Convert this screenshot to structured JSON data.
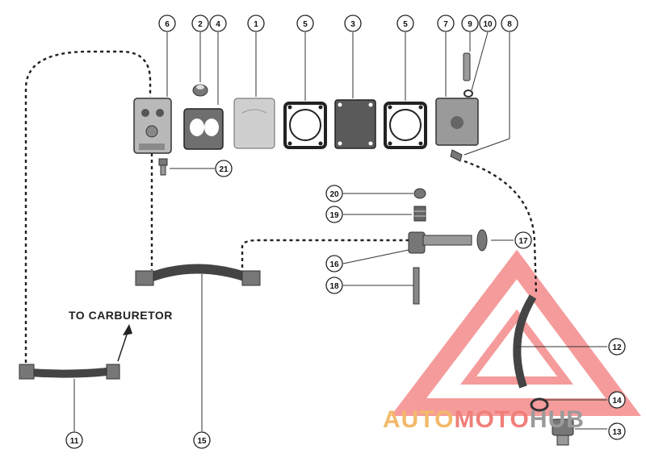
{
  "diagram": {
    "caption": "TO CARBURETOR",
    "callouts": [
      "1",
      "2",
      "3",
      "4",
      "5",
      "5",
      "6",
      "7",
      "8",
      "9",
      "10",
      "11",
      "12",
      "13",
      "14",
      "15",
      "16",
      "17",
      "18",
      "19",
      "20",
      "21"
    ]
  },
  "watermark": {
    "text_left": "AUTO",
    "text_mid": "MOTO",
    "text_right": "HUB",
    "colors": {
      "left": "#f2b96a",
      "mid": "#f07f7a",
      "right": "#9a9a9a",
      "triangle": "#f05a5a"
    }
  }
}
